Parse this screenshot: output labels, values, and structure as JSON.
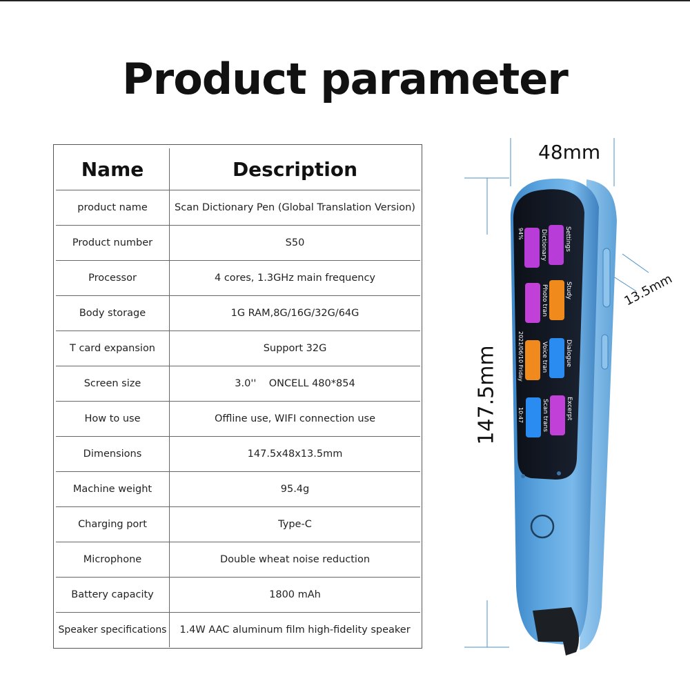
{
  "title": "Product parameter",
  "table": {
    "header": {
      "name": "Name",
      "description": "Description"
    },
    "rows": [
      {
        "name": "product name",
        "value": "Scan Dictionary Pen (Global Translation Version)"
      },
      {
        "name": "Product number",
        "value": "S50"
      },
      {
        "name": "Processor",
        "value": "4 cores, 1.3GHz main frequency"
      },
      {
        "name": "Body storage",
        "value": "1G RAM,8G/16G/32G/64G"
      },
      {
        "name": "T card expansion",
        "value": "Support 32G"
      },
      {
        "name": "Screen size",
        "value": "3.0''    ONCELL 480*854"
      },
      {
        "name": "How to use",
        "value": "Offline use, WIFI connection use"
      },
      {
        "name": "Dimensions",
        "value": "147.5x48x13.5mm"
      },
      {
        "name": "Machine weight",
        "value": "95.4g"
      },
      {
        "name": "Charging port",
        "value": "Type-C"
      },
      {
        "name": "Microphone",
        "value": "Double wheat noise reduction"
      },
      {
        "name": "Battery capacity",
        "value": "1800 mAh"
      },
      {
        "name": "Speaker specifications",
        "value": "1.4W AAC aluminum film high-fidelity speaker"
      }
    ]
  },
  "device": {
    "width_label": "48mm",
    "height_label": "147.5mm",
    "depth_label": "13.5mm",
    "body_color": "#5da6e0",
    "dimension_line_color": "#4a90c8",
    "apps": [
      {
        "label": "Dictionary",
        "color": "#b83cd8"
      },
      {
        "label": "Settings",
        "color": "#b83cd8"
      },
      {
        "label": "Photo tran",
        "color": "#c040d8"
      },
      {
        "label": "Study",
        "color": "#f08a1c"
      },
      {
        "label": "Voice tran",
        "color": "#f08a1c"
      },
      {
        "label": "Dialogue",
        "color": "#2a8cf0"
      },
      {
        "label": "Scan trans",
        "color": "#2a8cf0"
      },
      {
        "label": "Excerpt",
        "color": "#c040d8"
      }
    ],
    "status_date": "2021/06/10 Friday",
    "status_time": "10:47",
    "status_battery": "94%"
  }
}
